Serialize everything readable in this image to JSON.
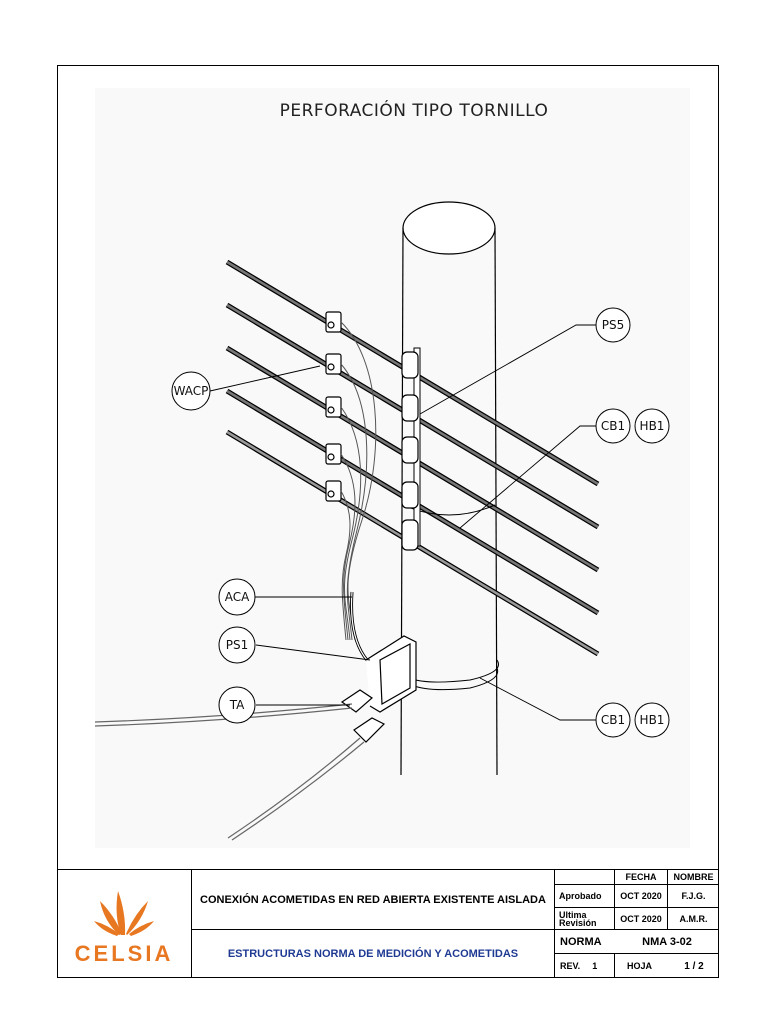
{
  "drawing": {
    "title": "PERFORACIÓN TIPO TORNILLO",
    "labels": {
      "ps5": "PS5",
      "wacp": "WACP",
      "cb1_top": "CB1",
      "hb1_top": "HB1",
      "aca": "ACA",
      "ps1": "PS1",
      "ta": "TA",
      "cb1_bottom": "CB1",
      "hb1_bottom": "HB1"
    }
  },
  "title_block": {
    "logo_text": "CELSIA",
    "main_title": "CONEXIÓN ACOMETIDAS EN RED ABIERTA EXISTENTE AISLADA",
    "subtitle": "ESTRUCTURAS NORMA DE MEDICIÓN Y ACOMETIDAS",
    "header_fecha": "FECHA",
    "header_nombre": "NOMBRE",
    "row_aprobado_label": "Aprobado",
    "row_aprobado_fecha": "OCT 2020",
    "row_aprobado_nombre": "F.J.G.",
    "row_revision_label_1": "Ultima",
    "row_revision_label_2": "Revisión",
    "row_revision_fecha": "OCT 2020",
    "row_revision_nombre": "A.M.R.",
    "norma_label": "NORMA",
    "norma_value": "NMA 3-02",
    "rev_label": "REV.",
    "rev_value": "1",
    "hoja_label": "HOJA",
    "hoja_value": "1 / 2"
  },
  "colors": {
    "logo_orange": "#e87722",
    "subtitle_blue": "#1f3a93",
    "line": "#000000"
  }
}
